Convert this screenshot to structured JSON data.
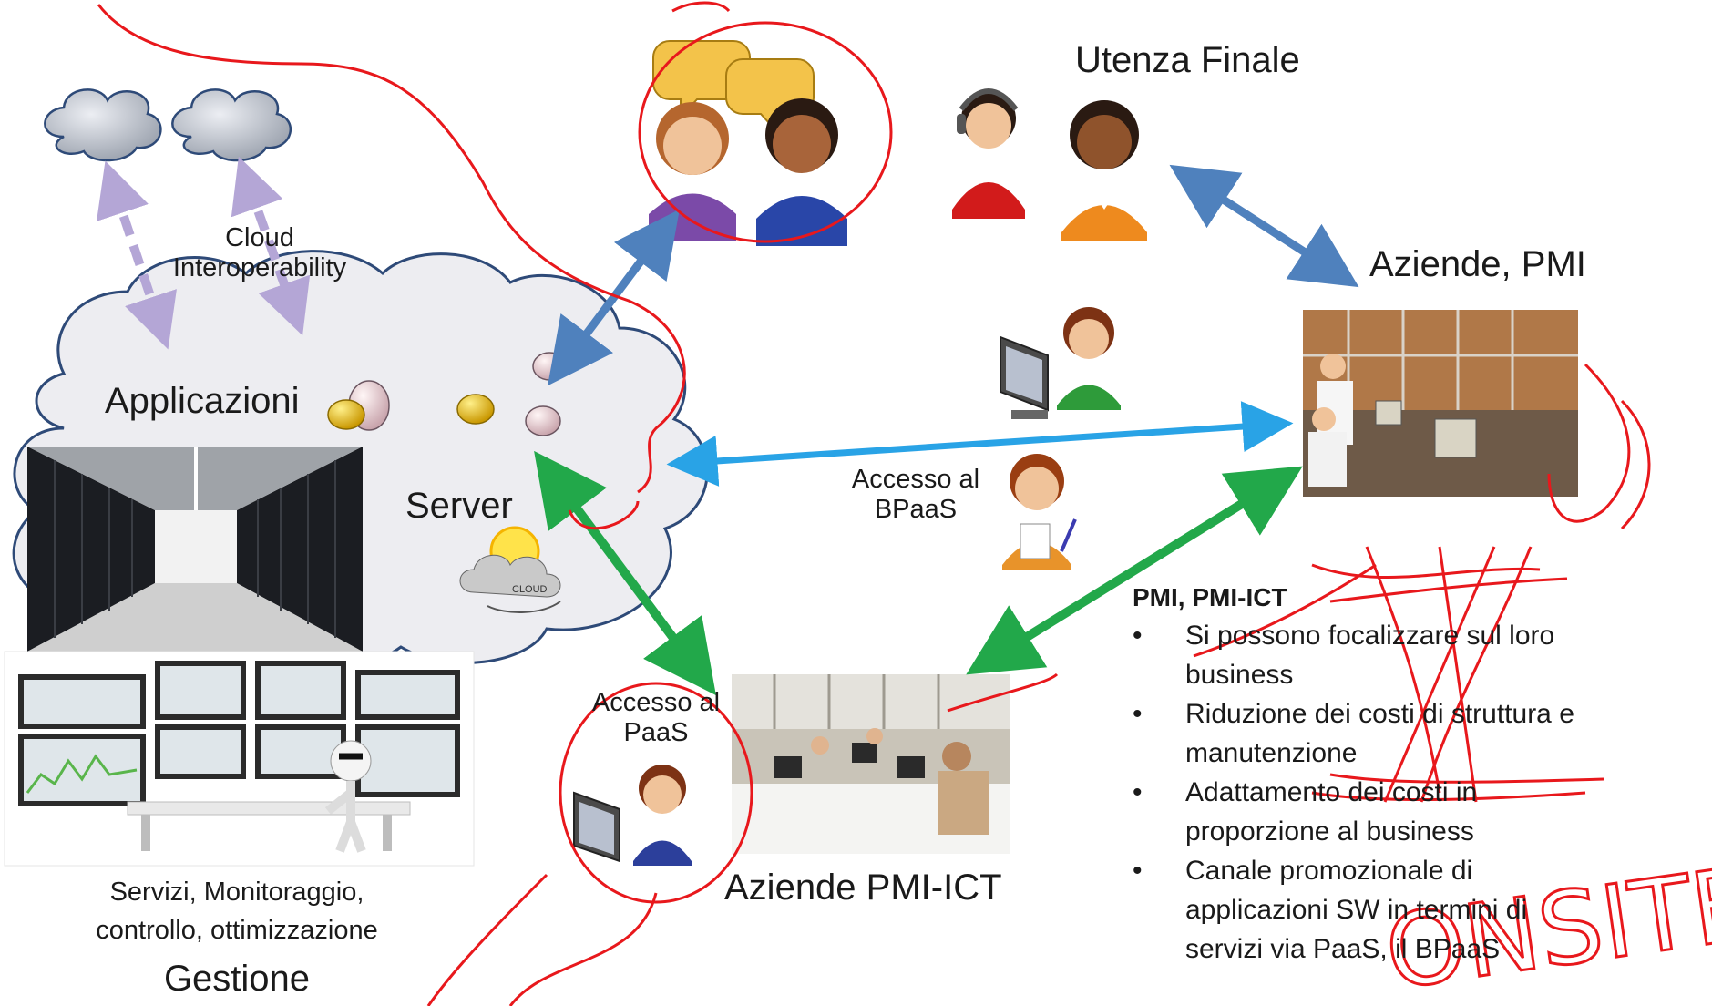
{
  "labels": {
    "utenza_finale": "Utenza Finale",
    "aziende_pmi": "Aziende, PMI",
    "cloud_interop_line1": "Cloud",
    "cloud_interop_line2": "Interoperability",
    "applicazioni": "Applicazioni",
    "server": "Server",
    "accesso_bpaas_line1": "Accesso al",
    "accesso_bpaas_line2": "BPaaS",
    "accesso_paas_line1": "Accesso al",
    "accesso_paas_line2": "PaaS",
    "aziende_pmi_ict": "Aziende PMI-ICT",
    "servizi_line1": "Servizi, Monitoraggio,",
    "servizi_line2": "controllo, ottimizzazione",
    "gestione": "Gestione",
    "cloud_badge": "CLOUD",
    "handwritten": "ONSITE"
  },
  "benefits": {
    "heading": "PMI, PMI-ICT",
    "bullet_glyph": "•",
    "items": [
      {
        "line1": "Si possono focalizzare sul loro",
        "line2": "business"
      },
      {
        "line1": "Riduzione dei costi di struttura e",
        "line2": "manutenzione"
      },
      {
        "line1": "Adattamento dei costi in",
        "line2": "proporzione al business"
      },
      {
        "line1": "Canale promozionale di",
        "line2": "applicazioni SW in termini di",
        "line3": "servizi via PaaS, il BPaaS"
      }
    ]
  },
  "colors": {
    "arrow_blue": "#4f81bd",
    "arrow_cyan": "#29a3e6",
    "arrow_green": "#22a84a",
    "arrow_lilac": "#b4a6d6",
    "cloud_fill": "#ededf1",
    "cloud_stroke": "#2e4a78",
    "ink_red": "#e8181c"
  },
  "icons": [
    "chat-bubbles-icon",
    "headset-person-icon",
    "female-user-icon",
    "computer-user-icon",
    "clipboard-person-icon",
    "sun-cloud-icon"
  ]
}
